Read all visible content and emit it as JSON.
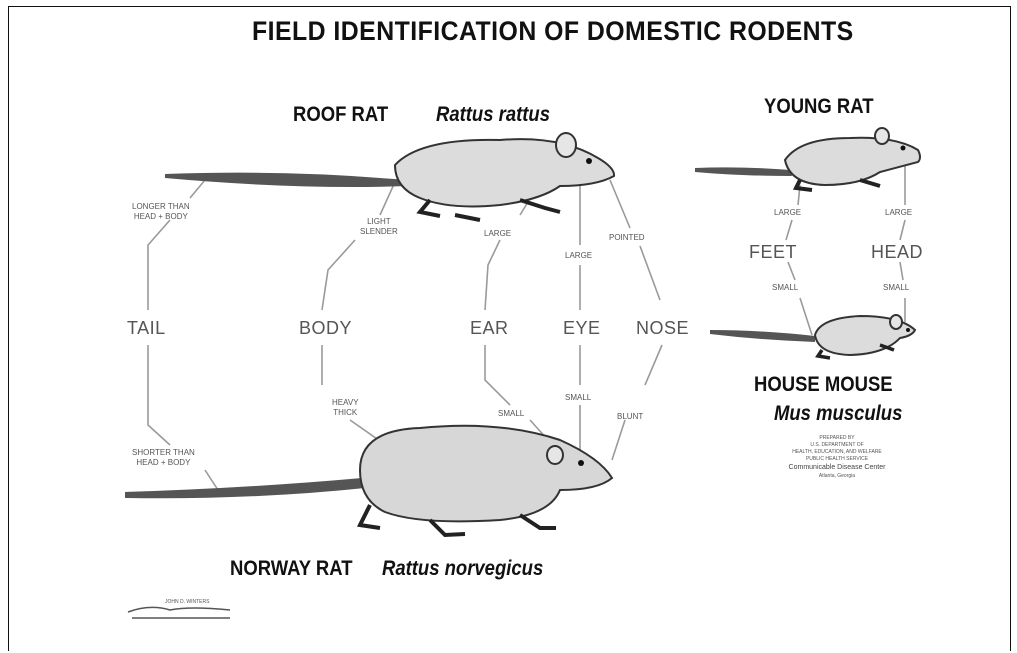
{
  "title": "FIELD IDENTIFICATION OF DOMESTIC RODENTS",
  "species": {
    "roof_rat": {
      "name": "ROOF RAT",
      "scientific": "Rattus rattus"
    },
    "norway_rat": {
      "name": "NORWAY RAT",
      "scientific": "Rattus norvegicus"
    },
    "young_rat": {
      "name": "YOUNG RAT"
    },
    "house_mouse": {
      "name": "HOUSE MOUSE",
      "scientific": "Mus musculus"
    }
  },
  "categories": {
    "tail": "TAIL",
    "body": "BODY",
    "ear": "EAR",
    "eye": "EYE",
    "nose": "NOSE",
    "feet": "FEET",
    "head": "HEAD"
  },
  "roof_traits": {
    "tail_line1": "LONGER THAN",
    "tail_line2": "HEAD + BODY",
    "body_line1": "LIGHT",
    "body_line2": "SLENDER",
    "ear": "LARGE",
    "eye": "LARGE",
    "nose": "POINTED"
  },
  "norway_traits": {
    "tail_line1": "SHORTER THAN",
    "tail_line2": "HEAD + BODY",
    "body_line1": "HEAVY",
    "body_line2": "THICK",
    "ear": "SMALL",
    "eye": "SMALL",
    "nose": "BLUNT"
  },
  "young_traits": {
    "feet": "LARGE",
    "head": "LARGE"
  },
  "mouse_traits": {
    "feet": "SMALL",
    "head": "SMALL"
  },
  "credits": {
    "line1": "PREPARED BY",
    "line2": "U.S. DEPARTMENT OF",
    "line3": "HEALTH, EDUCATION, AND WELFARE",
    "line4": "PUBLIC HEALTH SERVICE",
    "line5": "Communicable Disease Center",
    "line6": "Atlanta, Georgia"
  },
  "signature": "JOHN D. WINTERS"
}
